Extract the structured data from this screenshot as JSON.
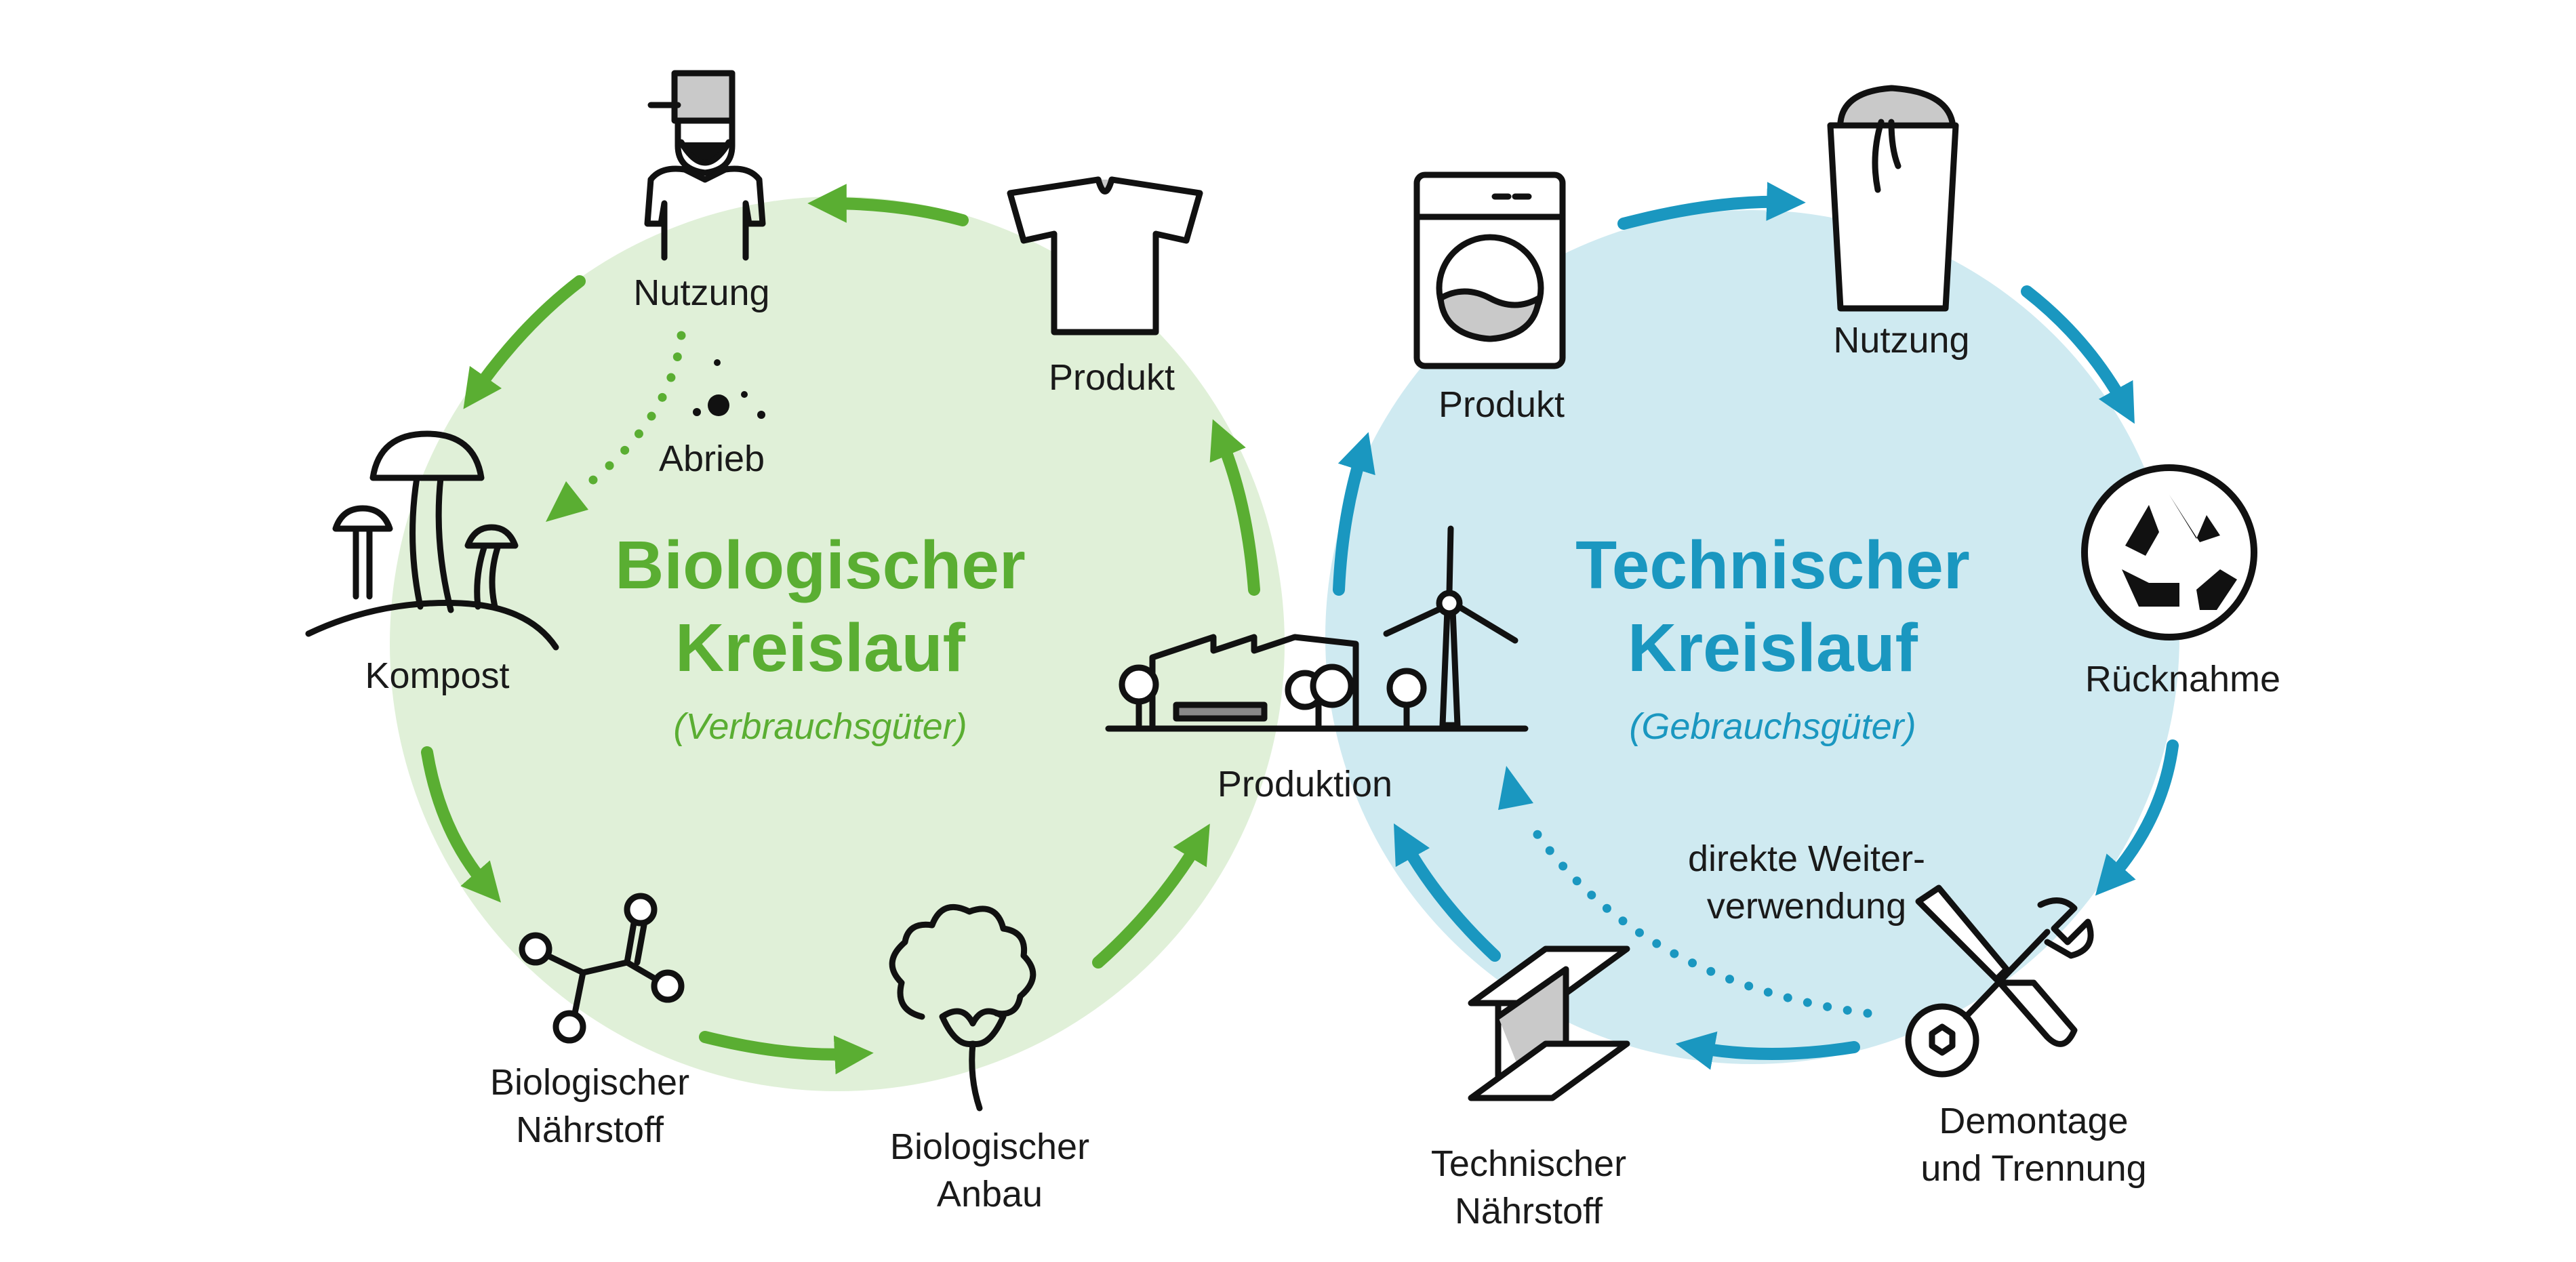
{
  "colors": {
    "bio_accent": "#5aae32",
    "bio_fill": "#e0f0d8",
    "tech_accent": "#1a97c0",
    "tech_fill": "#cfeaf1",
    "icon_stroke": "#111111"
  },
  "biological": {
    "title_line1": "Biologischer",
    "title_line2": "Kreislauf",
    "subtitle": "(Verbrauchsgüter)",
    "stages": {
      "nutzung": "Nutzung",
      "abrieb": "Abrieb",
      "kompost": "Kompost",
      "naehrstoff_line1": "Biologischer",
      "naehrstoff_line2": "Nährstoff",
      "anbau_line1": "Biologischer",
      "anbau_line2": "Anbau",
      "produkt": "Produkt"
    }
  },
  "technical": {
    "title_line1": "Technischer",
    "title_line2": "Kreislauf",
    "subtitle": "(Gebrauchsgüter)",
    "stages": {
      "produkt": "Produkt",
      "nutzung": "Nutzung",
      "ruecknahme": "Rücknahme",
      "demontage_line1": "Demontage",
      "demontage_line2": "und Trennung",
      "naehrstoff_line1": "Technischer",
      "naehrstoff_line2": "Nährstoff",
      "weiterverwendung_line1": "direkte Weiter-",
      "weiterverwendung_line2": "verwendung"
    }
  },
  "center": {
    "produktion": "Produktion"
  },
  "icons": [
    "person-icon",
    "mushroom-icon",
    "molecule-icon",
    "cotton-plant-icon",
    "tshirt-icon",
    "factory-icon",
    "wind-turbine-icon",
    "washing-machine-icon",
    "bucket-icon",
    "recycle-icon",
    "tools-icon",
    "steel-beam-icon"
  ]
}
